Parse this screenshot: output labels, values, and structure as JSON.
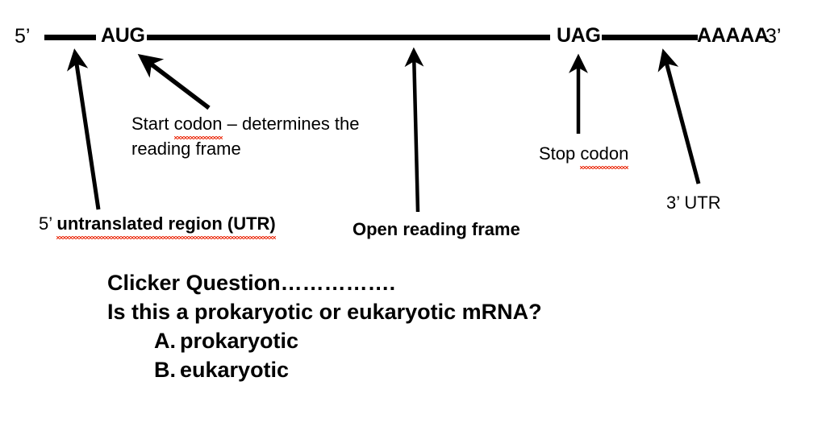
{
  "slide": {
    "background": "#ffffff",
    "spellcheck_underline_color": "#ED3A1E",
    "ink_color": "#000000"
  },
  "mrna": {
    "five_prime_label": "5’",
    "start_codon": "AUG",
    "stop_codon": "UAG",
    "poly_a_tail": "AAAAA",
    "three_prime_label": "3’"
  },
  "annotations": {
    "start_codon_note_line1_pre": "Start ",
    "start_codon_note_line1_misspelled": "codon",
    "start_codon_note_line1_post": " – determines the",
    "start_codon_note_line2": "reading frame",
    "stop_codon_note_pre": "Stop ",
    "stop_codon_note_misspelled": "codon",
    "five_utr_note_prefix": "5’ ",
    "five_utr_note_misspelled": "untranslated region (UTR)",
    "open_reading_frame_note": "Open reading frame",
    "three_utr_note": "3’ UTR"
  },
  "clicker": {
    "heading": "Clicker Question…………….",
    "question": "Is this a prokaryotic or eukaryotic mRNA?",
    "options": [
      {
        "letter": "A.",
        "text": "prokaryotic"
      },
      {
        "letter": "B.",
        "text": "eukaryotic"
      }
    ]
  }
}
